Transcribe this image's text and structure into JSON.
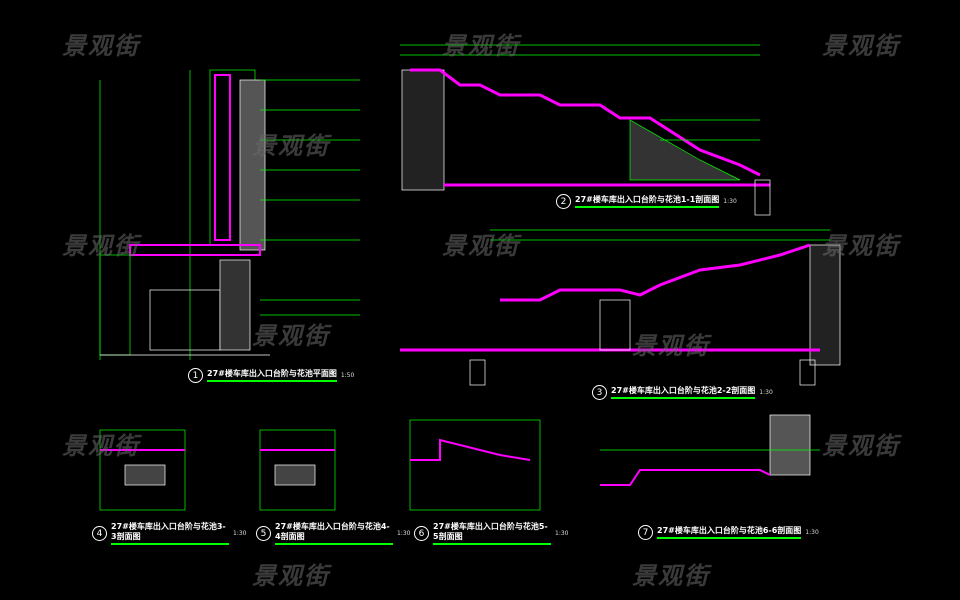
{
  "watermark": "景观街",
  "drawings": [
    {
      "num": "1",
      "title": "27#楼车库出入口台阶与花池平面图",
      "scale": "1:50"
    },
    {
      "num": "2",
      "title": "27#楼车库出入口台阶与花池1-1剖面图",
      "scale": "1:30"
    },
    {
      "num": "3",
      "title": "27#楼车库出入口台阶与花池2-2剖面图",
      "scale": "1:30"
    },
    {
      "num": "4",
      "title": "27#楼车库出入口台阶与花池3-3剖面图",
      "scale": "1:30"
    },
    {
      "num": "5",
      "title": "27#楼车库出入口台阶与花池4-4剖面图",
      "scale": "1:30"
    },
    {
      "num": "6",
      "title": "27#楼车库出入口台阶与花池5-5剖面图",
      "scale": "1:30"
    },
    {
      "num": "7",
      "title": "27#楼车库出入口台阶与花池6-6剖面图",
      "scale": "1:30"
    }
  ],
  "colors": {
    "background": "#000000",
    "line": "#00ff00",
    "accent": "#ff00ff",
    "wall": "#ffffff",
    "dim": "#00ffff"
  }
}
